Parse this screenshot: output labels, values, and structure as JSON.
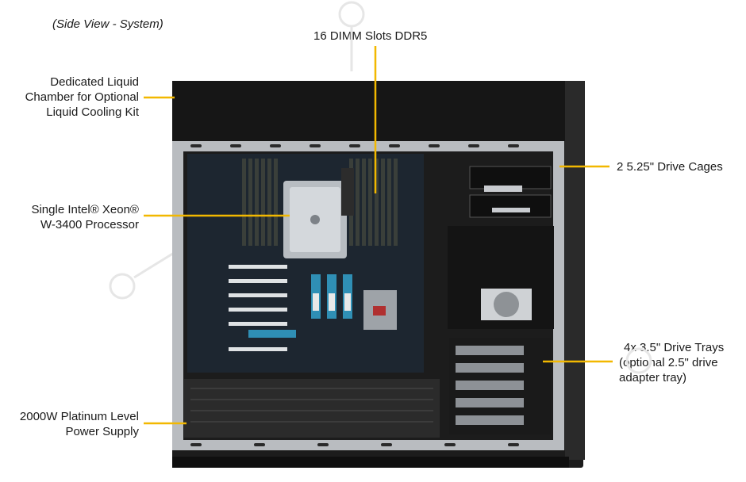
{
  "view_caption": "(Side View - System)",
  "labels": {
    "liquid": [
      "Dedicated Liquid",
      "Chamber for Optional",
      "Liquid Cooling Kit"
    ],
    "dimm": "16 DIMM Slots DDR5",
    "processor": [
      "Single Intel® Xeon®",
      "W-3400 Processor"
    ],
    "drive_cages": "2 5.25\" Drive Cages",
    "drive_trays": [
      "4x 3.5\" Drive Trays",
      "(optional 2.5\" drive",
      "adapter tray)"
    ],
    "psu": [
      "2000W Platinum Level",
      "Power Supply"
    ]
  },
  "colors": {
    "leader_line": "#f2b800",
    "chassis": "#1b1b1b",
    "frame": "#b9bcc0"
  }
}
